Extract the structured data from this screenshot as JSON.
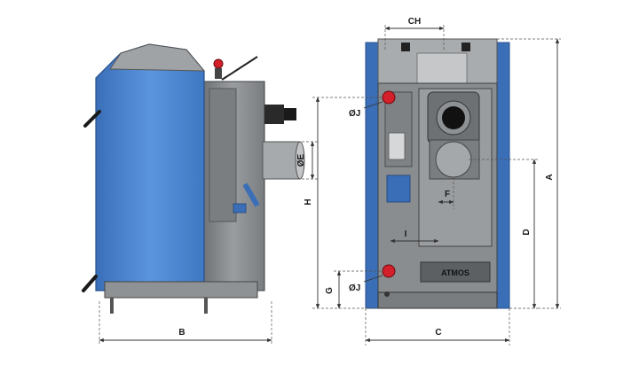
{
  "diagram": {
    "labels": {
      "b": "B",
      "e": "ØE",
      "ch": "CH",
      "j_top": "ØJ",
      "j_bottom": "ØJ",
      "h": "H",
      "g": "G",
      "f": "F",
      "i": "I",
      "d": "D",
      "a": "A",
      "c": "C",
      "brand": "ATMOS"
    },
    "colors": {
      "blue_panel": "#4a86d4",
      "grey_body": "#8a8d90",
      "dark_grey": "#5d6063",
      "red_valve": "#d4202a",
      "black": "#151515"
    }
  }
}
